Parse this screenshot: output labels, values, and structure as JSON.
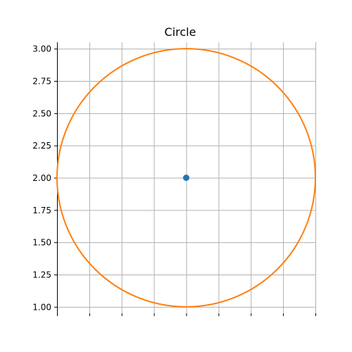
{
  "chart_data": {
    "type": "scatter",
    "title": "Circle",
    "xlabel": "",
    "ylabel": "",
    "xlim": [
      0,
      2
    ],
    "ylim": [
      0.95,
      3.05
    ],
    "grid": true,
    "legend": "none",
    "yticks": [
      1.0,
      1.25,
      1.5,
      1.75,
      2.0,
      2.25,
      2.5,
      2.75,
      3.0
    ],
    "ytick_labels": [
      "1.00",
      "1.25",
      "1.50",
      "1.75",
      "2.00",
      "2.25",
      "2.50",
      "2.75",
      "3.00"
    ],
    "xticks": [
      0,
      0.25,
      0.5,
      0.75,
      1.0,
      1.25,
      1.5,
      1.75,
      2.0
    ],
    "xtick_labels_visible": false,
    "series": [
      {
        "type": "scatter",
        "points": [
          [
            1.0,
            2.0
          ]
        ],
        "color": "#1f77b4"
      },
      {
        "type": "circle",
        "center": [
          1.0,
          2.0
        ],
        "radius": 1.0,
        "color": "#ff7f0e"
      }
    ]
  }
}
